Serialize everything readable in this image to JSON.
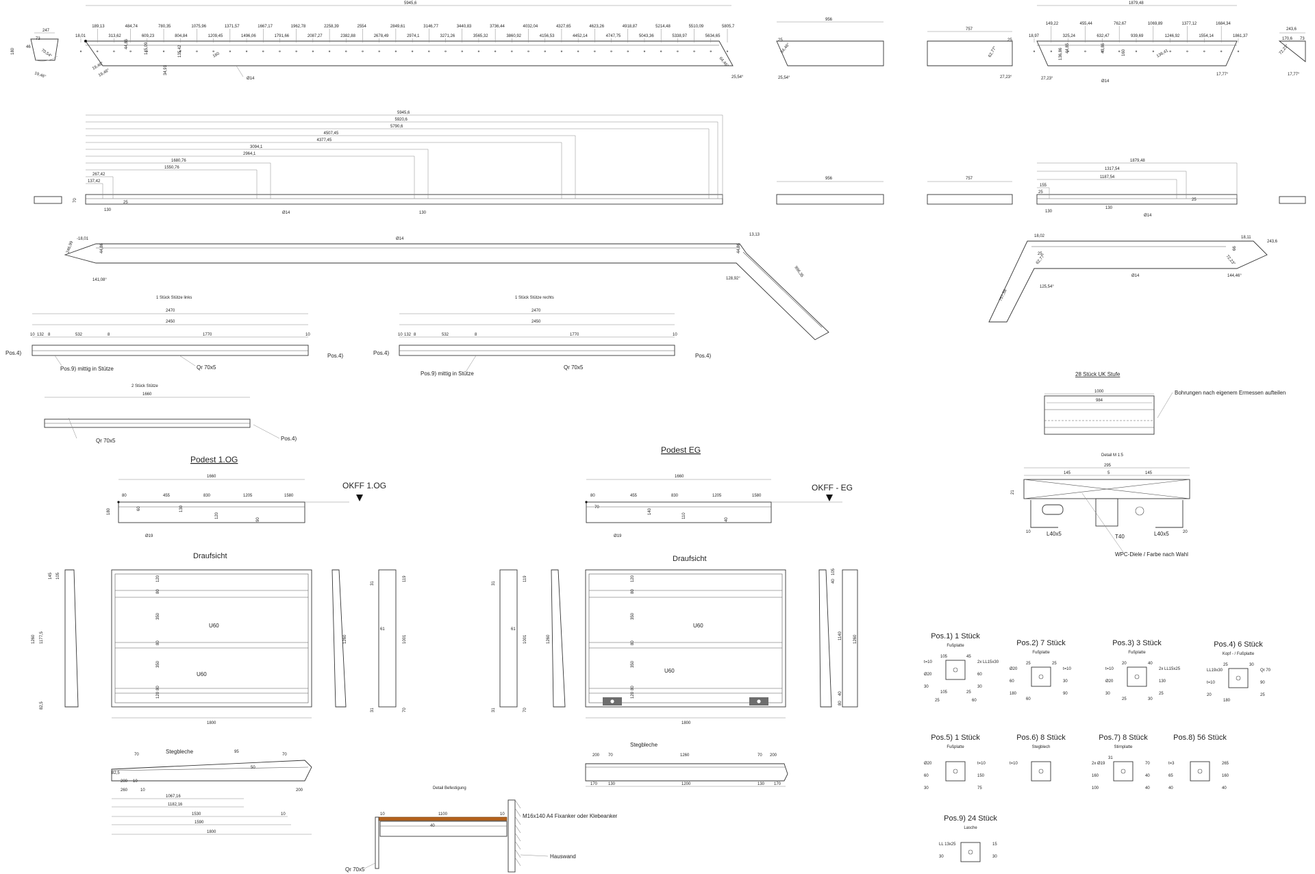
{
  "stringer_top_left": {
    "overall": "5945,6",
    "positions": [
      "18,01",
      "189,13",
      "313,62",
      "484,74",
      "609,23",
      "780,35",
      "804,84",
      "1075,96",
      "1209,45",
      "1371,57",
      "1496,06",
      "1667,17",
      "1791,66",
      "1962,78",
      "2087,27",
      "2258,39",
      "2382,88",
      "2554",
      "2678,49",
      "2849,61",
      "2974,1",
      "3146,77",
      "3271,26",
      "3440,83",
      "3565,32",
      "3736,44",
      "3860,92",
      "4032,04",
      "4156,53",
      "4327,65",
      "4452,14",
      "4623,26",
      "4747,75",
      "4918,87",
      "5043,36",
      "5214,48",
      "5338,97",
      "5510,09",
      "5634,65",
      "5805,7"
    ],
    "misc": [
      "247",
      "73",
      "180",
      "46",
      "44,86",
      "145,09",
      "34,91",
      "135,42",
      "160",
      "Ø14"
    ],
    "angles": [
      "70,54°",
      "19,46°",
      "19,46°",
      "64,46°",
      "25,54°",
      "25,54°",
      "64,46°"
    ],
    "segment": "956"
  },
  "stringer_top_right": {
    "overall": "1879,48",
    "positions": [
      "18,97",
      "149,22",
      "325,24",
      "455,44",
      "632,47",
      "762,67",
      "939,69",
      "1069,89",
      "1246,92",
      "1377,12",
      "1554,14",
      "1684,34",
      "1861,37"
    ],
    "misc": [
      "757",
      "25",
      "243,6",
      "170,6",
      "73",
      "44,85",
      "43,86",
      "136,41",
      "136,86",
      "160",
      "Ø14"
    ],
    "angles": [
      "62,77°",
      "27,23°",
      "27,23°",
      "17,77°",
      "72,23°",
      "17,77°"
    ]
  },
  "stringer_mid_left": {
    "dims": [
      "5945,6",
      "5920,6",
      "5790,6",
      "4507,45",
      "4377,45",
      "3094,1",
      "2964,1",
      "1680,76",
      "1550,76",
      "267,42",
      "137,42"
    ],
    "misc": [
      "70",
      "130",
      "25",
      "Ø14",
      "130",
      "956"
    ]
  },
  "stringer_mid_right": {
    "dims": [
      "1879,48",
      "1317,54",
      "1187,54",
      "155"
    ],
    "misc": [
      "757",
      "25",
      "130",
      "130",
      "25",
      "Ø14"
    ]
  },
  "stringer_3d_left": {
    "labels": [
      "-18,01",
      "246,99",
      "44,86",
      "Ø14",
      "44,86",
      "13,13",
      "996,35"
    ],
    "angles": [
      "141,08°",
      "128,92°"
    ]
  },
  "stringer_3d_right": {
    "labels": [
      "18,02",
      "757,58",
      "25",
      "18,11",
      "243,6",
      "66",
      "Ø14"
    ],
    "angles": [
      "62,77°",
      "125,54°",
      "72,23°",
      "144,46°"
    ]
  },
  "support_left": {
    "title": "1 Stück Stütze links",
    "dims": [
      "2470",
      "2450",
      "10",
      "132",
      "8",
      "532",
      "8",
      "1770",
      "10"
    ],
    "callouts": [
      "Pos.4)",
      "Pos.4)",
      "Pos.9) mittig in Stütze",
      "Qr 70x5"
    ]
  },
  "support_right": {
    "title": "1 Stück Stütze rechts",
    "dims": [
      "2470",
      "2450",
      "10",
      "132",
      "8",
      "532",
      "8",
      "1770",
      "10"
    ],
    "callouts": [
      "Pos.4)",
      "Pos.4)",
      "Pos.9) mittig in Stütze",
      "Qr 70x5"
    ]
  },
  "support_pair": {
    "title": "2 Stück Stütze",
    "dims": [
      "1660"
    ],
    "callouts": [
      "Qr 70x5",
      "Pos.4)"
    ]
  },
  "landing_og": {
    "title": "Podest 1.OG",
    "okff": "OKFF 1.OG",
    "dims": [
      "1660",
      "80",
      "455",
      "830",
      "1205",
      "1580",
      "180",
      "60",
      "130",
      "120",
      "90",
      "Ø19"
    ]
  },
  "landing_eg": {
    "title": "Podest EG",
    "okff": "OKFF - EG",
    "dims": [
      "1660",
      "80",
      "455",
      "830",
      "1205",
      "1580",
      "140",
      "110",
      "40",
      "70",
      "Ø19"
    ]
  },
  "plan_og": {
    "title": "Draufsicht",
    "dims": [
      "145",
      "105",
      "1260",
      "1177,5",
      "82,5",
      "120",
      "80",
      "350",
      "80",
      "350",
      "80",
      "120",
      "1800",
      "31",
      "119",
      "61",
      "1260",
      "1001",
      "31",
      "70"
    ],
    "labels": [
      "U60",
      "U60"
    ]
  },
  "plan_eg": {
    "title": "Draufsicht",
    "dims": [
      "31",
      "119",
      "61",
      "1260",
      "1001",
      "31",
      "70",
      "120",
      "80",
      "350",
      "80",
      "350",
      "80",
      "120",
      "1800",
      "40",
      "105",
      "1140",
      "1260",
      "80",
      "40"
    ],
    "labels": [
      "U60",
      "U60"
    ]
  },
  "front_og": {
    "label": "Stegbleche",
    "dims": [
      "70",
      "95",
      "70",
      "82,5",
      "200",
      "260",
      "10",
      "10",
      "1067,16",
      "1182,16",
      "1530",
      "1590",
      "1800",
      "200",
      "50",
      "10"
    ]
  },
  "front_eg": {
    "label": "Stegbleche",
    "dims": [
      "200",
      "70",
      "1260",
      "70",
      "200",
      "170",
      "130",
      "1200",
      "130",
      "170"
    ]
  },
  "detail_fix": {
    "title": "Detail Befestigung",
    "dims": [
      "10",
      "1100",
      "10",
      "40"
    ],
    "callouts": [
      "M16x140 A4 Fixanker oder Klebeanker",
      "Hauswand",
      "Qr 70x5"
    ]
  },
  "step_uk": {
    "title": "28 Stück UK Stufe",
    "dims": [
      "1000",
      "984"
    ],
    "callout": "Bohrungen nach eigenem Ermessen aufteilen"
  },
  "step_section": {
    "subtitle": "Detail M 1:5",
    "dims": [
      "295",
      "145",
      "5",
      "145",
      "21",
      "10",
      "20"
    ],
    "callouts": [
      "L40x5",
      "T40",
      "L40x5",
      "WPC-Diele / Farbe nach Wahl"
    ]
  },
  "positions": [
    {
      "title": "Pos.1) 1 Stück",
      "sub": "Fußplatte",
      "notes": [
        "t=10",
        "2x LL15x30",
        "Ø20",
        "60",
        "30",
        "30",
        "105",
        "45",
        "105",
        "25",
        "25",
        "60"
      ]
    },
    {
      "title": "Pos.2) 7 Stück",
      "sub": "Fußplatte",
      "notes": [
        "Ø20",
        "t=10",
        "60",
        "30",
        "180",
        "90",
        "25",
        "25",
        "60"
      ]
    },
    {
      "title": "Pos.3) 3 Stück",
      "sub": "Fußplatte",
      "notes": [
        "t=10",
        "2x LL15x25",
        "Ø20",
        "130",
        "30",
        "25",
        "20",
        "40",
        "25",
        "30"
      ]
    },
    {
      "title": "Pos.4) 6 Stück",
      "sub": "Kopf - / Fußplatte",
      "notes": [
        "LL19x30",
        "Qr 70",
        "t=10",
        "90",
        "20",
        "25",
        "25",
        "30",
        "180"
      ]
    },
    {
      "title": "Pos.5) 1 Stück",
      "sub": "Fußplatte",
      "notes": [
        "Ø20",
        "t=10",
        "60",
        "150",
        "30",
        "75"
      ]
    },
    {
      "title": "Pos.6) 8 Stück",
      "sub": "Stegblech",
      "notes": [
        "t=10"
      ]
    },
    {
      "title": "Pos.7) 8 Stück",
      "sub": "Stirnplatte",
      "notes": [
        "2x Ø19",
        "70",
        "160",
        "40",
        "100",
        "40",
        "31"
      ]
    },
    {
      "title": "Pos.8) 56 Stück",
      "sub": "",
      "notes": [
        "t=3",
        "265",
        "65",
        "160",
        "40",
        "40"
      ]
    },
    {
      "title": "Pos.9) 24 Stück",
      "sub": "Lasche",
      "notes": [
        "LL 13x25",
        "15",
        "30",
        "30"
      ]
    }
  ],
  "colors": {
    "line": "#333333",
    "dim": "#888888",
    "wood": "#b5621d"
  }
}
